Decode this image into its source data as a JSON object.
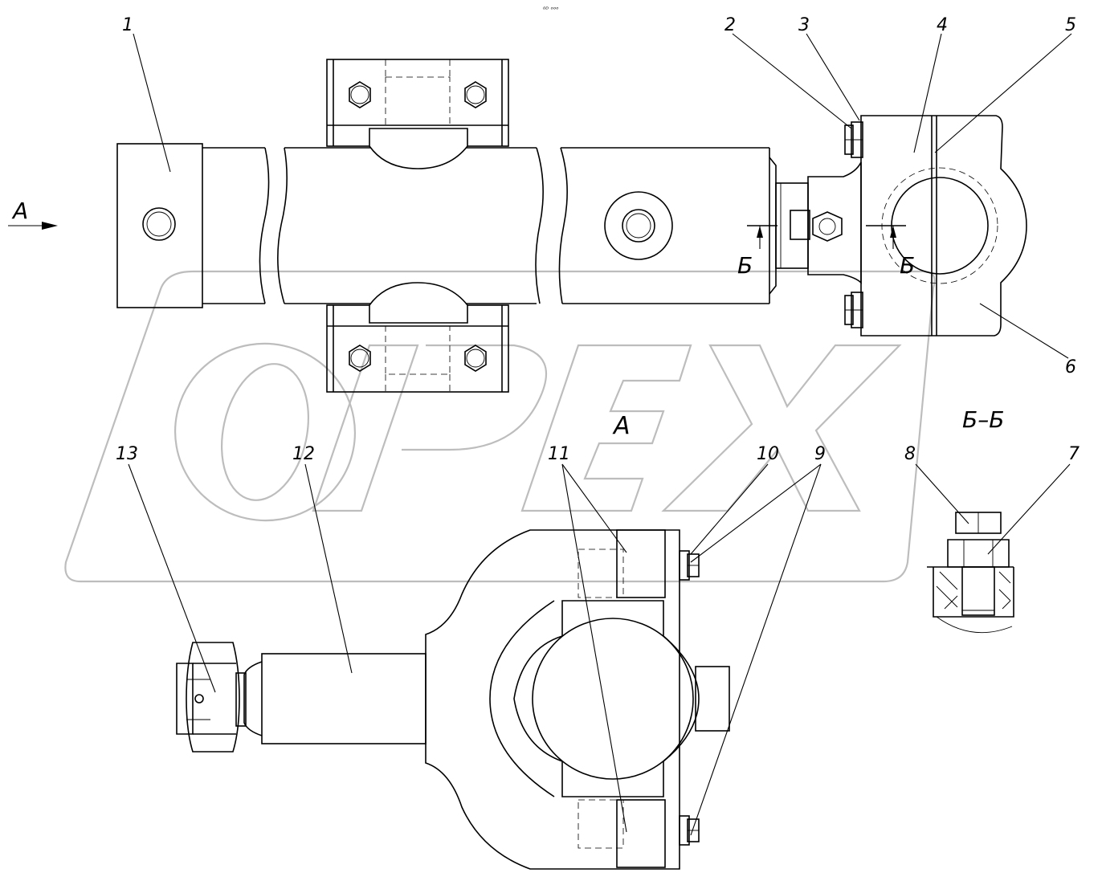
{
  "header_mark": "⁰ᴰ ᵒᵒᵒ",
  "watermark": "OPEX",
  "view_labels": {
    "arrow_a": "А",
    "view_a": "А",
    "section_bb": "Б–Б",
    "section_mark_left": "Б",
    "section_mark_right": "Б"
  },
  "callouts": [
    "1",
    "2",
    "3",
    "4",
    "5",
    "6",
    "7",
    "8",
    "9",
    "10",
    "11",
    "12",
    "13"
  ]
}
